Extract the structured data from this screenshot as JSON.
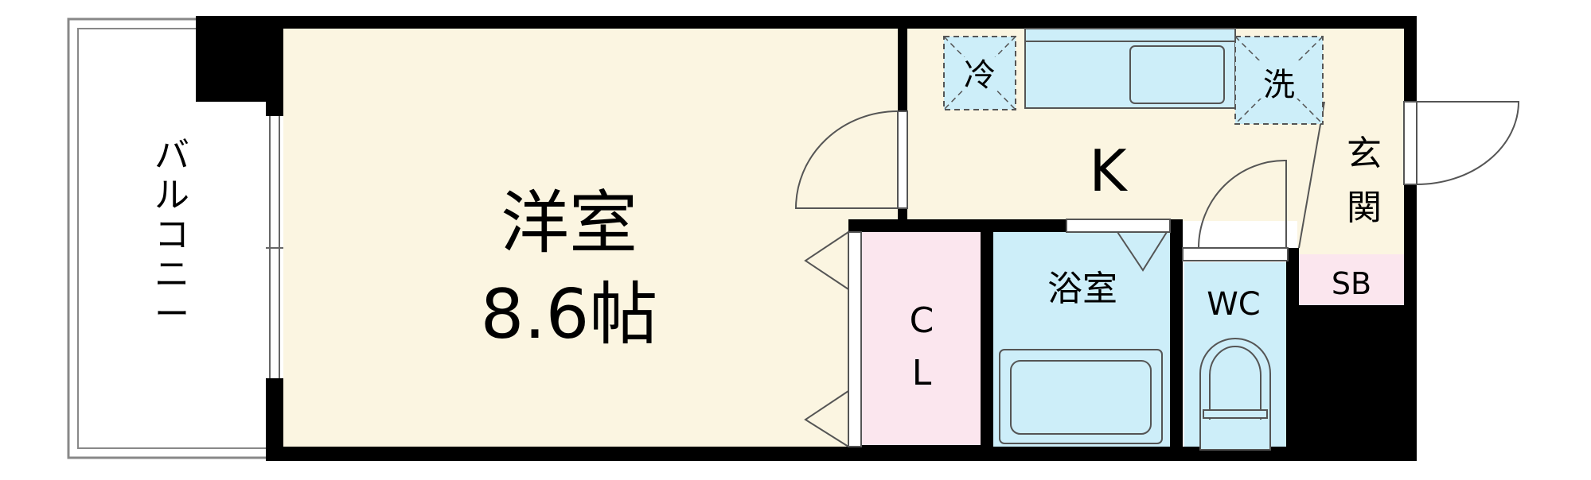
{
  "rooms": {
    "western": {
      "name": "洋室",
      "size": "8.6帖"
    },
    "kitchen": "K",
    "balcony": [
      "バ",
      "ル",
      "コ",
      "ニ",
      "ー"
    ],
    "closet": [
      "C",
      "L"
    ],
    "bath": "浴室",
    "toilet": "WC",
    "entrance": [
      "玄",
      "関"
    ],
    "shoe_box": "SB",
    "fridge": "冷",
    "washer": "洗"
  },
  "colors": {
    "western": "#fbf5e1",
    "kitchen": "#fbf5e1",
    "closet": "#fbe6ee",
    "wet": "#cdeef9",
    "shoe_box": "#fbe6ee",
    "wall": "#000000"
  }
}
